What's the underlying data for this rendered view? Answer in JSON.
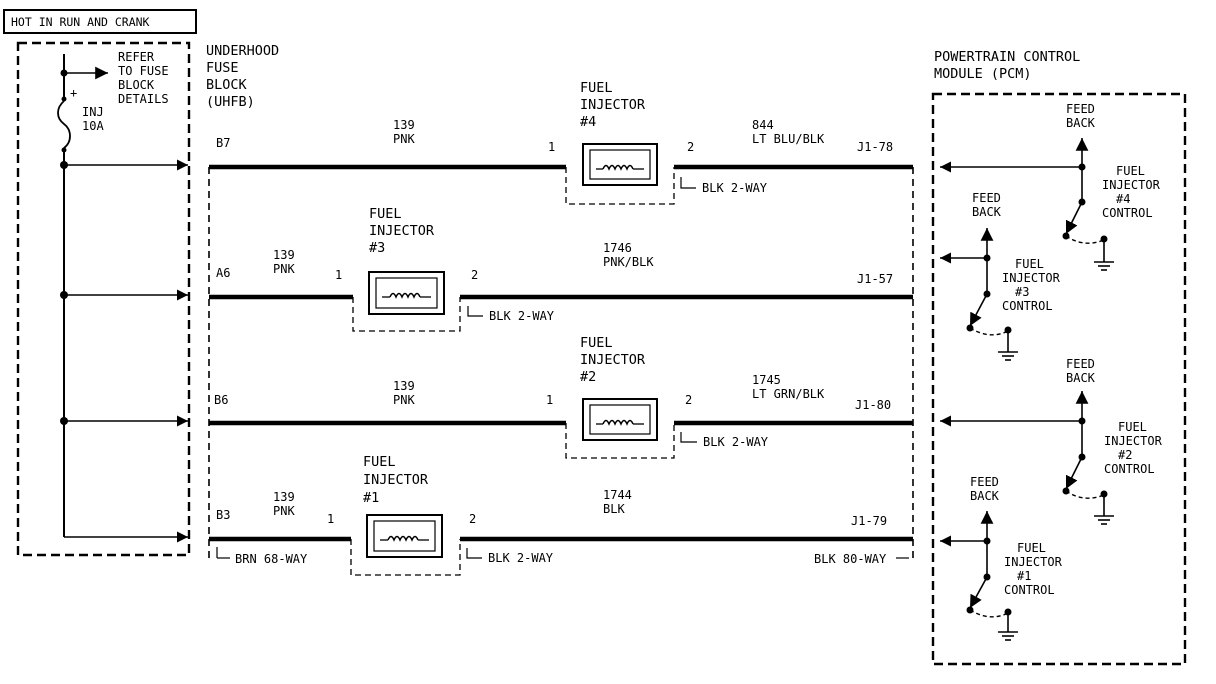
{
  "header": {
    "title": "HOT IN RUN AND CRANK"
  },
  "fuse": {
    "refer": [
      "REFER",
      "TO FUSE",
      "BLOCK",
      "DETAILS"
    ],
    "polarity": "+",
    "name": "INJ",
    "rating": "10A"
  },
  "uhfb": {
    "lines": [
      "UNDERHOOD",
      "FUSE",
      "BLOCK",
      "(UHFB)"
    ]
  },
  "pcm": {
    "lines": [
      "POWERTRAIN CONTROL",
      "MODULE (PCM)"
    ]
  },
  "circuits": [
    {
      "injector": [
        "FUEL",
        "INJECTOR",
        "#4"
      ],
      "fuse_pin": "B7",
      "wire1_circuit": "139",
      "wire1_color": "PNK",
      "pin1": "1",
      "pin2": "2",
      "wire2_circuit": "844",
      "wire2_color": "LT BLU/BLK",
      "pcm_pin": "J1-78",
      "connector": "BLK 2-WAY",
      "feedback": [
        "FEED",
        "BACK"
      ],
      "control": [
        "FUEL",
        "INJECTOR",
        "#4",
        "CONTROL"
      ]
    },
    {
      "injector": [
        "FUEL",
        "INJECTOR",
        "#3"
      ],
      "fuse_pin": "A6",
      "wire1_circuit": "139",
      "wire1_color": "PNK",
      "pin1": "1",
      "pin2": "2",
      "wire2_circuit": "1746",
      "wire2_color": "PNK/BLK",
      "pcm_pin": "J1-57",
      "connector": "BLK 2-WAY",
      "feedback": [
        "FEED",
        "BACK"
      ],
      "control": [
        "FUEL",
        "INJECTOR",
        "#3",
        "CONTROL"
      ]
    },
    {
      "injector": [
        "FUEL",
        "INJECTOR",
        "#2"
      ],
      "fuse_pin": "B6",
      "wire1_circuit": "139",
      "wire1_color": "PNK",
      "pin1": "1",
      "pin2": "2",
      "wire2_circuit": "1745",
      "wire2_color": "LT GRN/BLK",
      "pcm_pin": "J1-80",
      "connector": "BLK 2-WAY",
      "feedback": [
        "FEED",
        "BACK"
      ],
      "control": [
        "FUEL",
        "INJECTOR",
        "#2",
        "CONTROL"
      ]
    },
    {
      "injector": [
        "FUEL",
        "INJECTOR",
        "#1"
      ],
      "fuse_pin": "B3",
      "wire1_circuit": "139",
      "wire1_color": "PNK",
      "pin1": "1",
      "pin2": "2",
      "wire2_circuit": "1744",
      "wire2_color": "BLK",
      "pcm_pin": "J1-79",
      "connector": "BLK 2-WAY",
      "feedback": [
        "FEED",
        "BACK"
      ],
      "control": [
        "FUEL",
        "INJECTOR",
        "#1",
        "CONTROL"
      ]
    }
  ],
  "connectors": {
    "left": "BRN 68-WAY",
    "right": "BLK 80-WAY"
  }
}
